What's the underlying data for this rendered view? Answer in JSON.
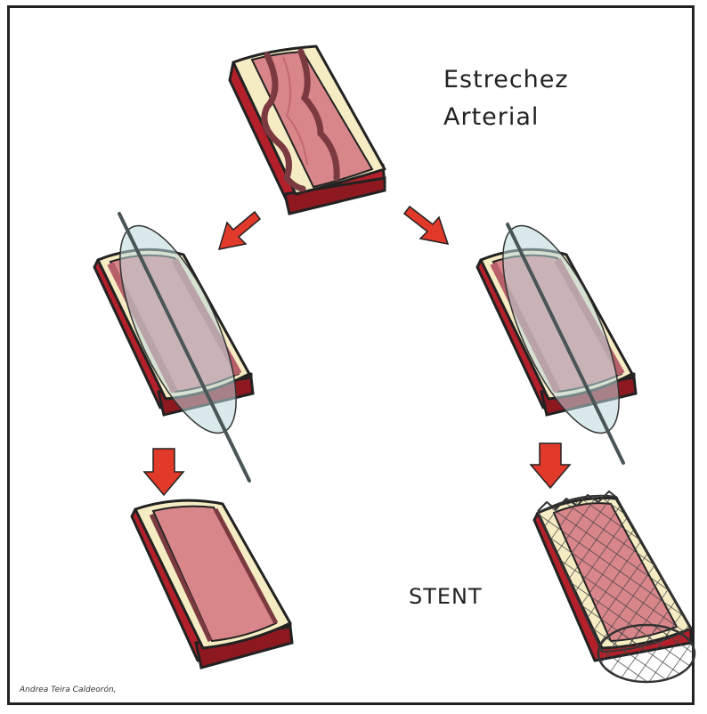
{
  "labels": {
    "title_line1": "Estrechez",
    "title_line2": "Arterial",
    "stent": "STENT",
    "signature": "Andrea Teira Caldeorón,"
  },
  "colors": {
    "outer_wall": "#b3202a",
    "outer_wall_dark": "#8e1820",
    "fat_layer": "#f6ecc4",
    "inner_wall": "#d9868a",
    "inner_dark": "#b8606a",
    "plaque_line": "#7a3a40",
    "balloon": "#bcd9dc",
    "wire": "#4a5557",
    "arrow": "#e23a2a",
    "mesh": "#444444"
  },
  "icons": [
    "arrow-icon"
  ]
}
